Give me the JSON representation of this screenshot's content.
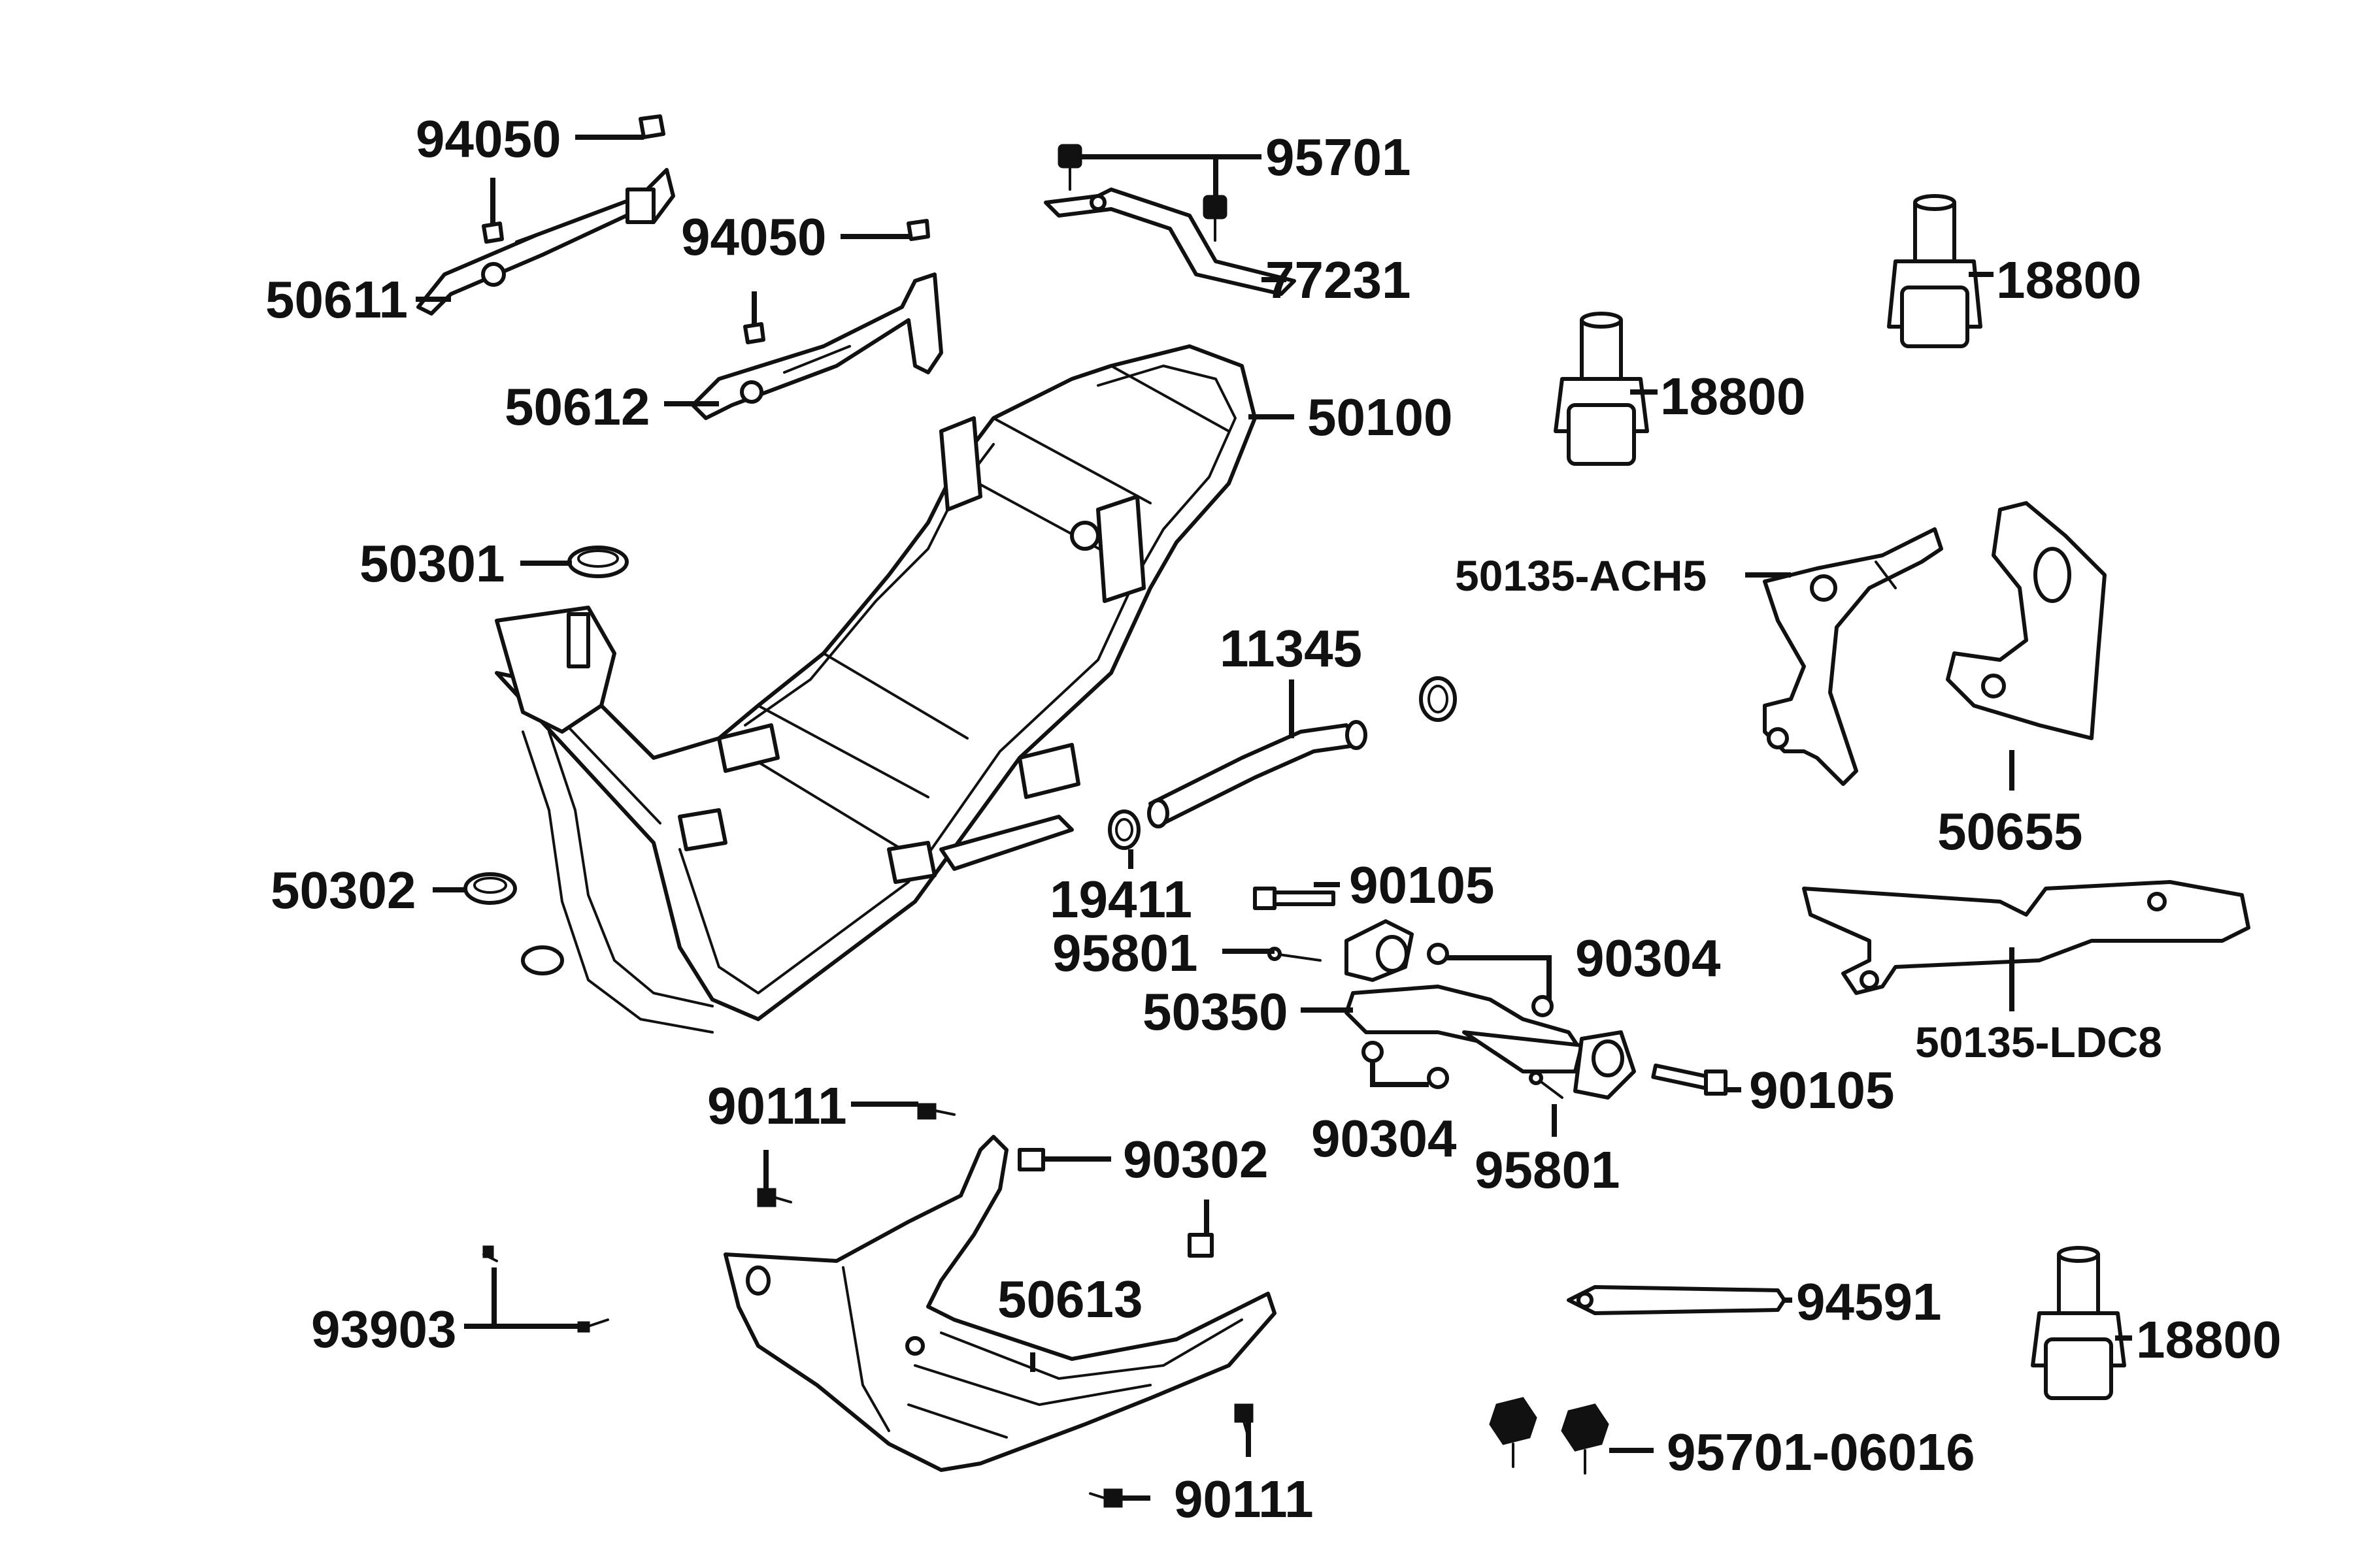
{
  "labels": {
    "p94050_a": "94050",
    "p50611": "50611",
    "p94050_b": "94050",
    "p50612": "50612",
    "p95701": "95701",
    "p77231": "77231",
    "p18800_a": "18800",
    "p18800_b": "18800",
    "p50100": "50100",
    "p50301": "50301",
    "p50135_ach5": "50135-ACH5",
    "p11345": "11345",
    "p50655": "50655",
    "p50302": "50302",
    "p19411": "19411",
    "p90105_a": "90105",
    "p95801_a": "95801",
    "p90304_a": "90304",
    "p50350": "50350",
    "p50135_ldc8": "50135-LDC8",
    "p90111_a": "90111",
    "p90105_b": "90105",
    "p90304_b": "90304",
    "p95801_b": "95801",
    "p90302": "90302",
    "p50613": "50613",
    "p93903": "93903",
    "p94591": "94591",
    "p18800_c": "18800",
    "p95701_06016": "95701-06016",
    "p90111_b": "90111"
  }
}
